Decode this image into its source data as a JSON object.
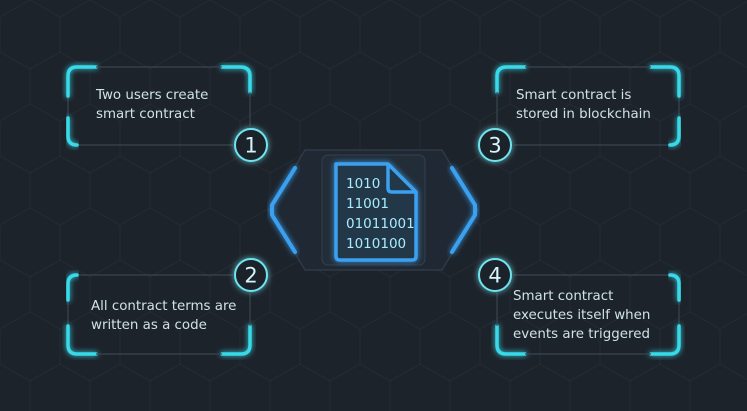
{
  "steps": [
    {
      "number": "1",
      "text_line1": "Two users create",
      "text_line2": "smart contract"
    },
    {
      "number": "2",
      "text_line1": "All contract terms are",
      "text_line2": "written as a code"
    },
    {
      "number": "3",
      "text_line1": "Smart contract is",
      "text_line2": "stored in blockchain"
    },
    {
      "number": "4",
      "text_line1": "Smart contract",
      "text_line2": "executes itself when",
      "text_line3": "events are triggered"
    }
  ],
  "document": {
    "icon": "document-icon",
    "lines": [
      "1010",
      "11001",
      "01011001",
      "1010100"
    ]
  },
  "colors": {
    "background": "#1d232b",
    "accent": "#39d9e8",
    "hex_glow": "#3a8bdc"
  }
}
